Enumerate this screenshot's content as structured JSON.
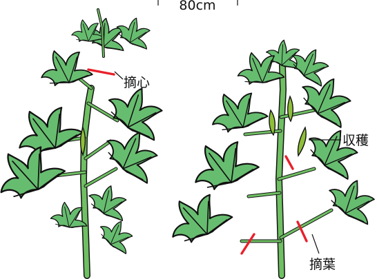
{
  "height_label": "80cm",
  "labels": {
    "topping": "摘心",
    "harvest": "収穫",
    "leaf_removal": "摘葉"
  },
  "colors": {
    "leaf_fill": "#67bd6f",
    "stem_fill": "#6fbf63",
    "outline": "#111111",
    "cut_mark": "#e8202a",
    "pod_fill": "#8fbf3a"
  }
}
